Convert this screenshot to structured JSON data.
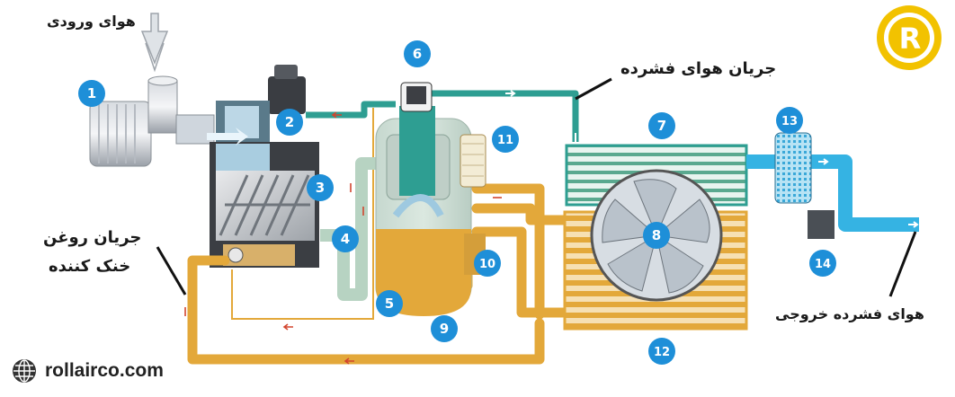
{
  "labels": {
    "air_inlet": "هوای ورودی",
    "compressed_air_flow": "جریان هوای فشرده",
    "oil_flow_line1": "جریان روغن",
    "oil_flow_line2": "خنک کننده",
    "compressed_air_out": "هوای فشرده خروجی"
  },
  "website": "rollairco.com",
  "logo_letter": "R",
  "components": [
    "1",
    "2",
    "3",
    "4",
    "5",
    "6",
    "7",
    "8",
    "9",
    "10",
    "11",
    "12",
    "13",
    "14"
  ],
  "colors": {
    "badge": "#1e8fd8",
    "oil_pipe": "#e3a83a",
    "air_pipe": "#2e9e92",
    "outlet_pipe": "#35b3e3",
    "cooler_green": "#6fbfa0",
    "logo_yellow": "#f2c200"
  }
}
